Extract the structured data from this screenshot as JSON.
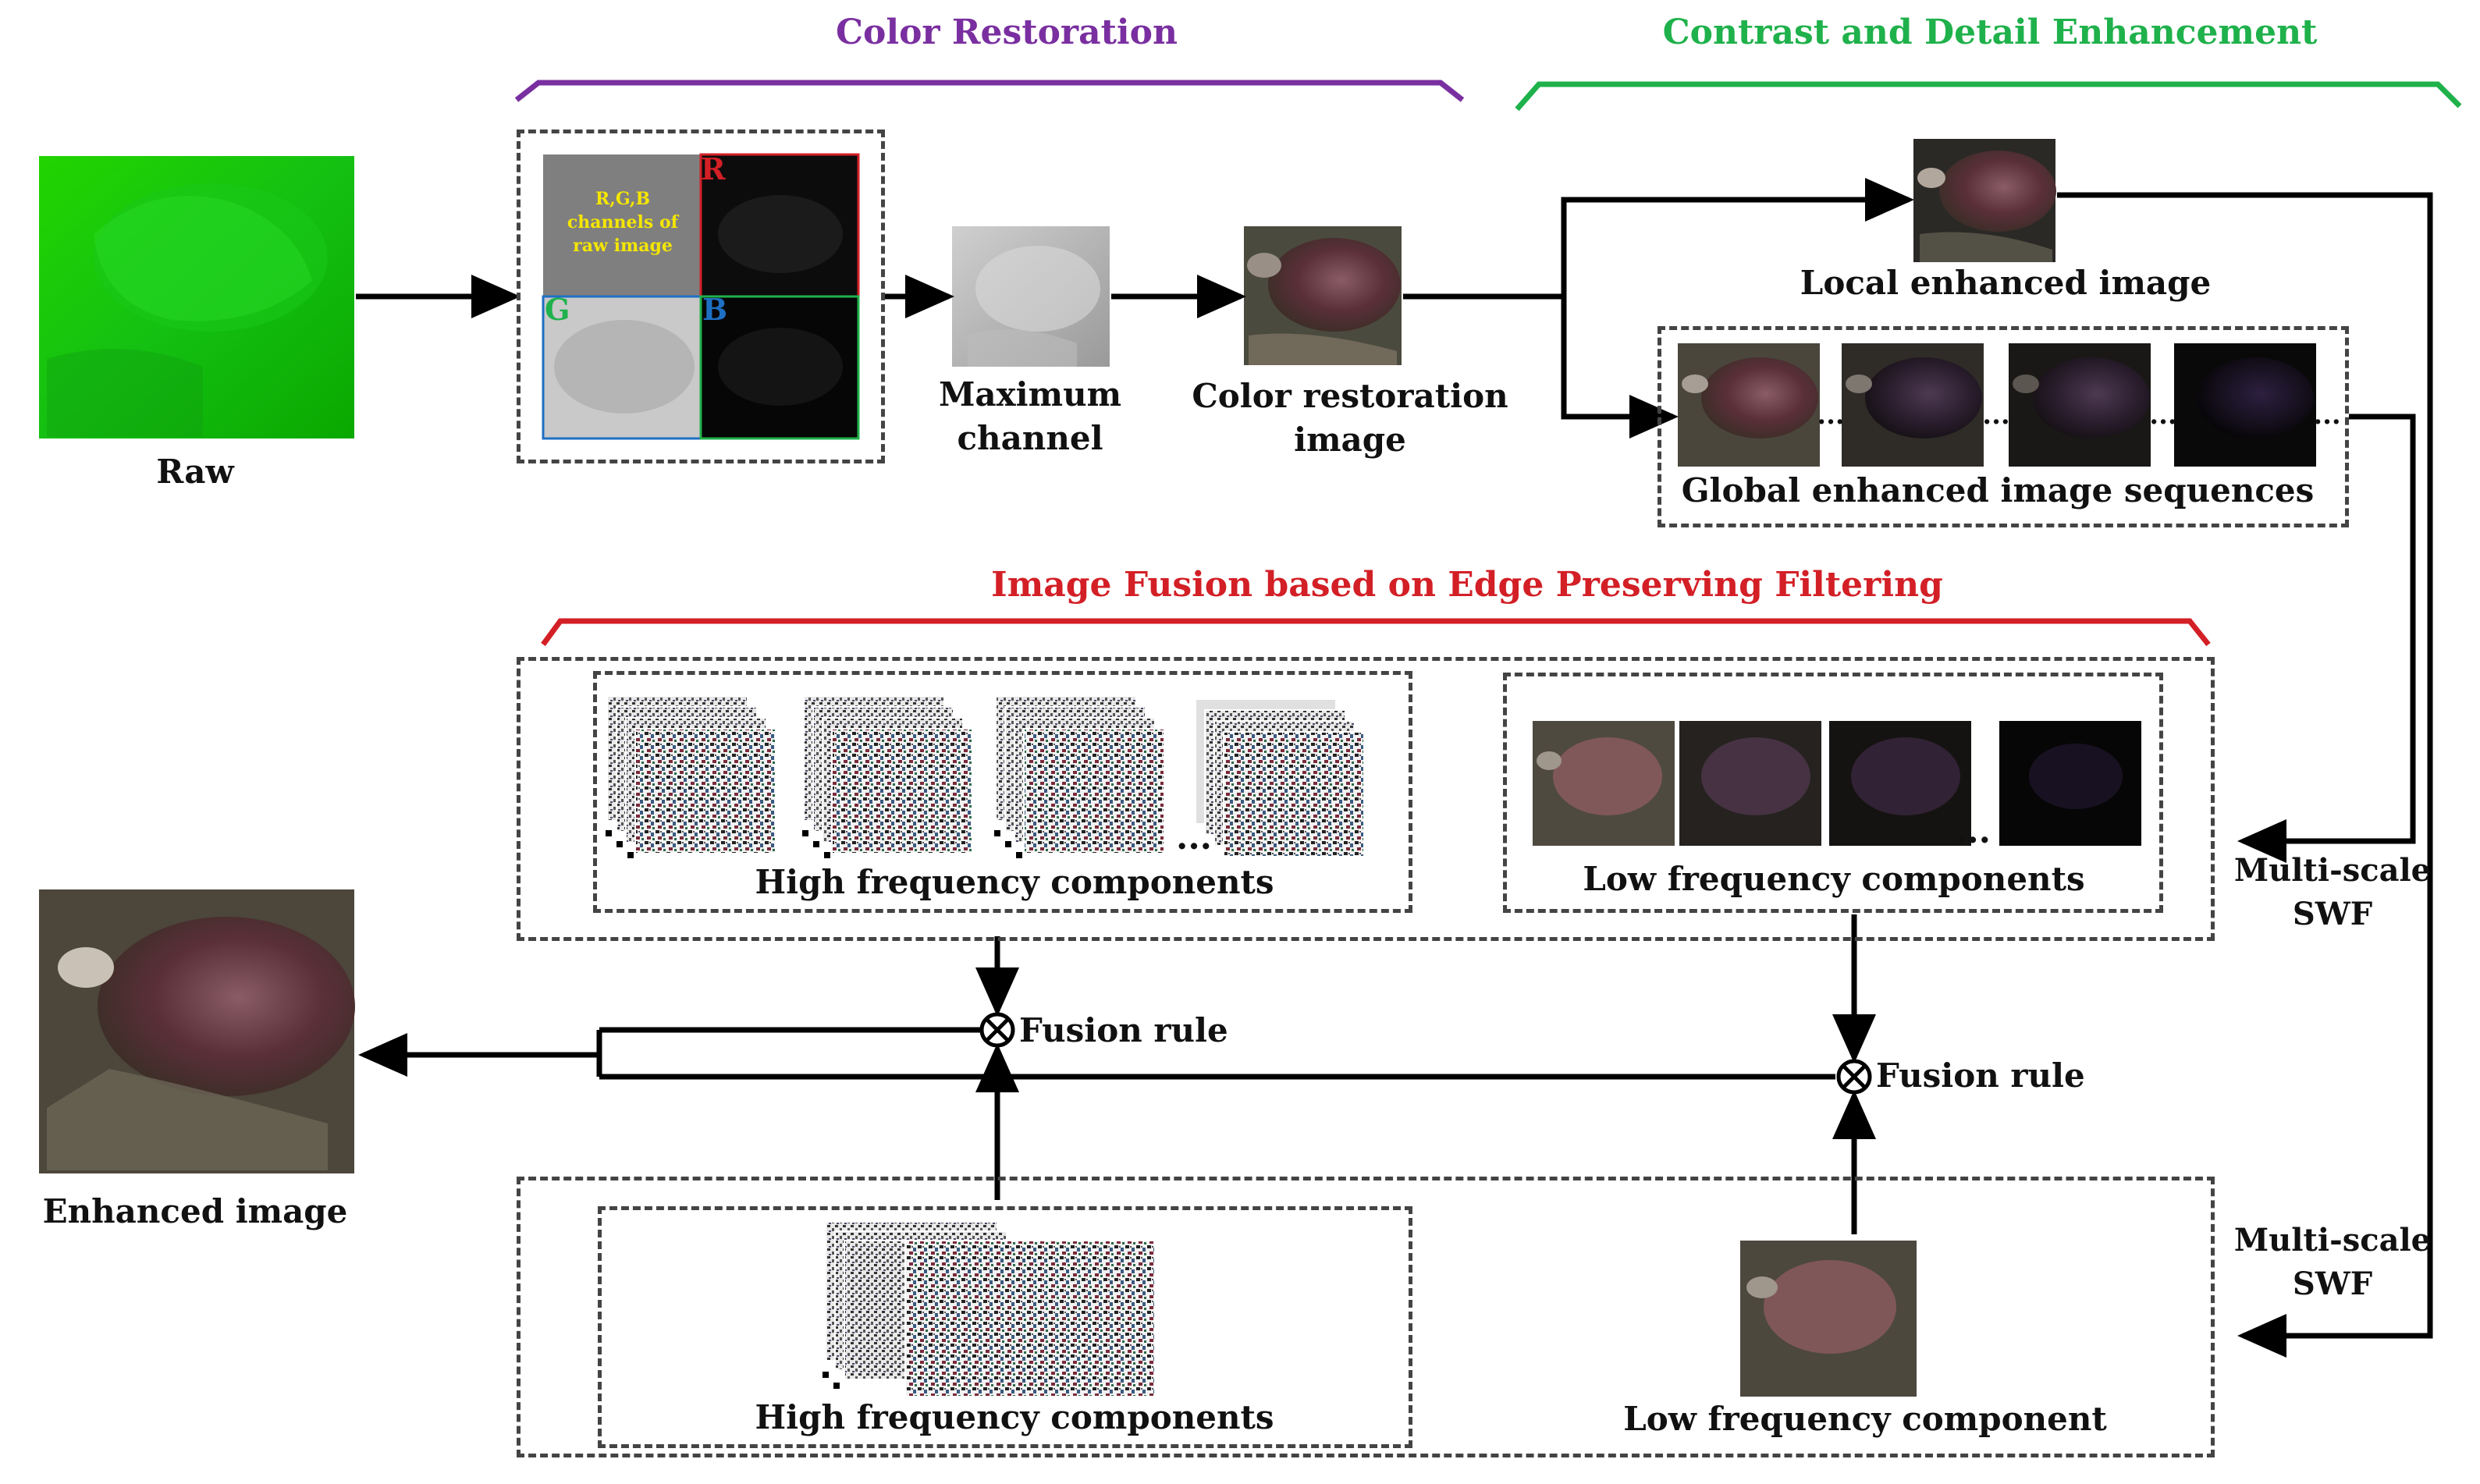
{
  "sections": {
    "color_restoration": "Color Restoration",
    "contrast_enhancement": "Contrast and Detail Enhancement",
    "image_fusion": "Image Fusion based on Edge Preserving Filtering"
  },
  "labels": {
    "raw": "Raw",
    "channels_note": "R,G,B channels of raw image",
    "channel_r": "R",
    "channel_g": "G",
    "channel_b": "B",
    "maximum_channel": "Maximum channel",
    "color_restoration_image": "Color restoration image",
    "local_enhanced": "Local enhanced image",
    "global_sequences": "Global enhanced image sequences",
    "high_freq_top": "High frequency components",
    "low_freq_top": "Low frequency components",
    "multi_scale_swf_1": "Multi-scale SWF",
    "multi_scale_swf_2": "Multi-scale SWF",
    "fusion_rule_1": "Fusion rule",
    "fusion_rule_2": "Fusion rule",
    "enhanced_image": "Enhanced image",
    "high_freq_bottom": "High frequency components",
    "low_freq_bottom": "Low frequency component",
    "ellipsis": "...",
    "ellipsis_small": "..."
  },
  "colors": {
    "color_restoration": "#7a2fa0",
    "contrast_enhancement": "#1fb14b",
    "image_fusion": "#d31f26",
    "channel_r": "#d31f26",
    "channel_g": "#1fb14b",
    "channel_b": "#1e6fc4",
    "channels_note": "#f5e600"
  }
}
